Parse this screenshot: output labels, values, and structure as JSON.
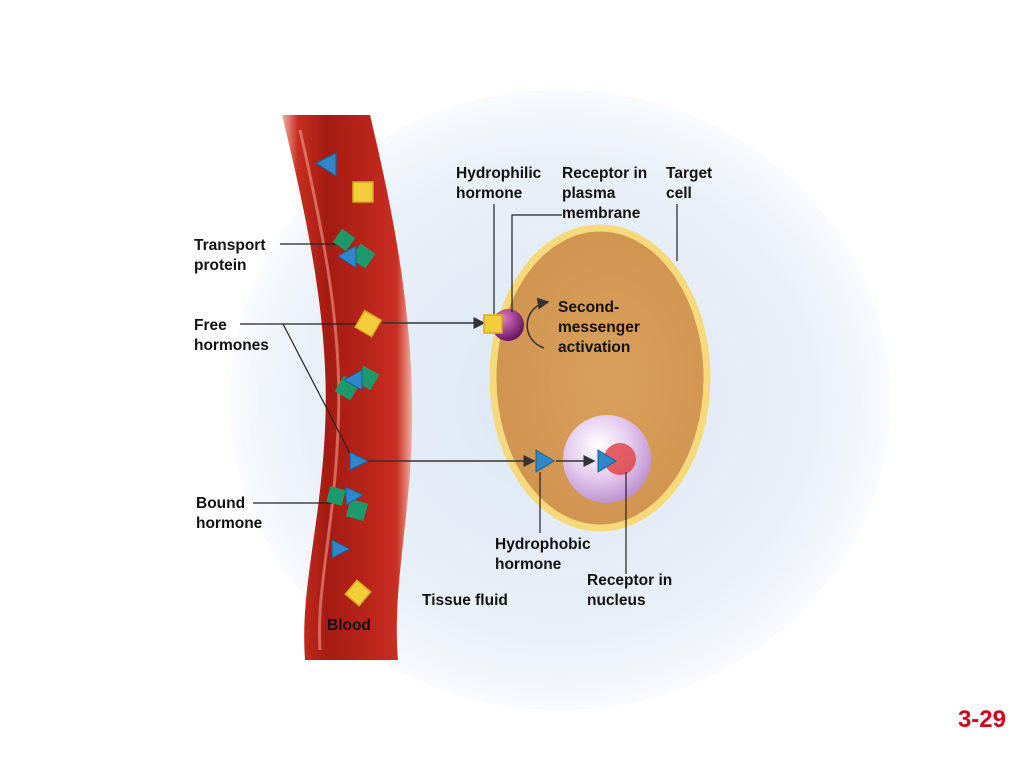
{
  "labels": {
    "hydrophilic_hormone": [
      "Hydrophilic",
      "hormone"
    ],
    "receptor_plasma": [
      "Receptor in",
      "plasma",
      "membrane"
    ],
    "target_cell": [
      "Target",
      "cell"
    ],
    "transport_protein": [
      "Transport",
      "protein"
    ],
    "free_hormones": [
      "Free",
      "hormones"
    ],
    "second_messenger": [
      "Second-",
      "messenger",
      "activation"
    ],
    "bound_hormone": [
      "Bound",
      "hormone"
    ],
    "hydrophobic_hormone": [
      "Hydrophobic",
      "hormone"
    ],
    "receptor_nucleus": [
      "Receptor in",
      "nucleus"
    ],
    "tissue_fluid": "Tissue fluid",
    "blood": "Blood"
  },
  "slide_number": "3-29",
  "colors": {
    "vessel_outer": "#c0281c",
    "vessel_inner": "#a81d14",
    "cell_fill": "#d9a05c",
    "cell_membrane": "#f6d97a",
    "nucleus": "#d7b3e6",
    "receptor_nucleus": "#e0464a",
    "membrane_receptor": "#7b1f6b",
    "hydrophilic": "#f2cf3a",
    "hydrophobic": "#2f86c9",
    "transport_protein": "#1d9a6c",
    "tissue_fluid": "#dce8f5",
    "slide_number": "#d0021b"
  }
}
